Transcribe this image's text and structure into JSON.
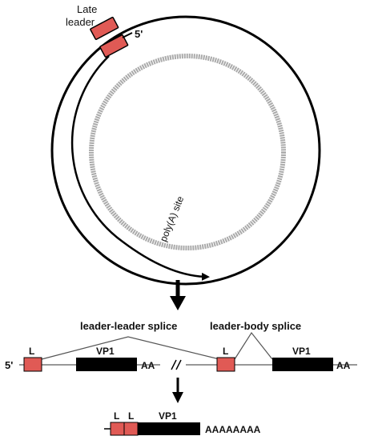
{
  "labels": {
    "late_leader_line1": "Late",
    "late_leader_line2": "leader",
    "five_prime_top": "5'",
    "poly_a_site": "poly(A) site",
    "leader_leader_splice": "leader-leader splice",
    "leader_body_splice": "leader-body splice",
    "five_prime_bottom": "5'",
    "leader_1": "L",
    "vp1_1": "VP1",
    "aa_1": "AA",
    "leader_2": "L",
    "vp1_2": "VP1",
    "aa_2": "AA",
    "final_leader_1": "L",
    "final_leader_2": "L",
    "final_vp1": "VP1",
    "final_polya": "AAAAAAAA"
  },
  "colors": {
    "leader": "#e05a55",
    "exon": "#000000",
    "genome": "#aaaaaa",
    "line": "#000000"
  }
}
